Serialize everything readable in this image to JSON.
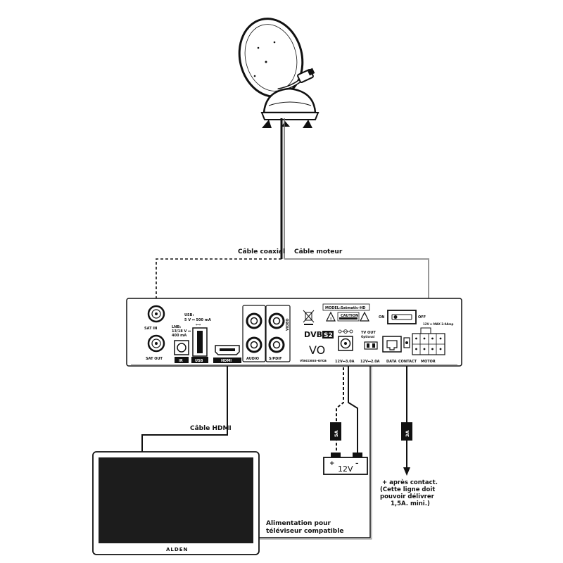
{
  "cables": {
    "coaxial": "Câble coaxial",
    "motor": "Câble moteur",
    "hdmi": "Câble HDMI",
    "tv_power_line1": "Alimentation pour",
    "tv_power_line2": "téléviseur compatible"
  },
  "receiver": {
    "sat_in": "SAT IN",
    "sat_out": "SAT OUT",
    "lnb": "LNB:",
    "lnb_volt": "13/18 V ⎓",
    "lnb_current": "400 mA",
    "usb_spec": "USB:",
    "usb_volt": "5 V ⎓   500 mA",
    "ir": "IR",
    "usb": "USB",
    "hdmi": "HDMI",
    "audio": "AUDIO",
    "video": "VIDEO",
    "spdif": "S/PDIF",
    "model": "MODEL:Satmatic-HD",
    "caution": "CAUTION",
    "dvb": "DVB",
    "s2": "S2",
    "vo": "VO",
    "viaccess": "viaccess-orca",
    "power_in": "12V⎓3.0A",
    "tv_out": "TV OUT",
    "tv_out_sub": "Optional",
    "tv_out_rating": "12V⎓2.0A",
    "data": "DATA",
    "contact": "CONTACT",
    "motor": "MOTOR",
    "on": "ON",
    "off": "OFF",
    "motor_rating": "12V ⎓ MAX 2.0Amp"
  },
  "battery": {
    "label": "12V",
    "plus": "+",
    "minus": "–",
    "fuse": "5A"
  },
  "contact_fuse": "3A",
  "notes": [
    "+ après contact.",
    "(Cette ligne doit",
    "pouvoir délivrer",
    "1,5A. mini.)"
  ],
  "tv": {
    "brand": "ALDEN"
  }
}
